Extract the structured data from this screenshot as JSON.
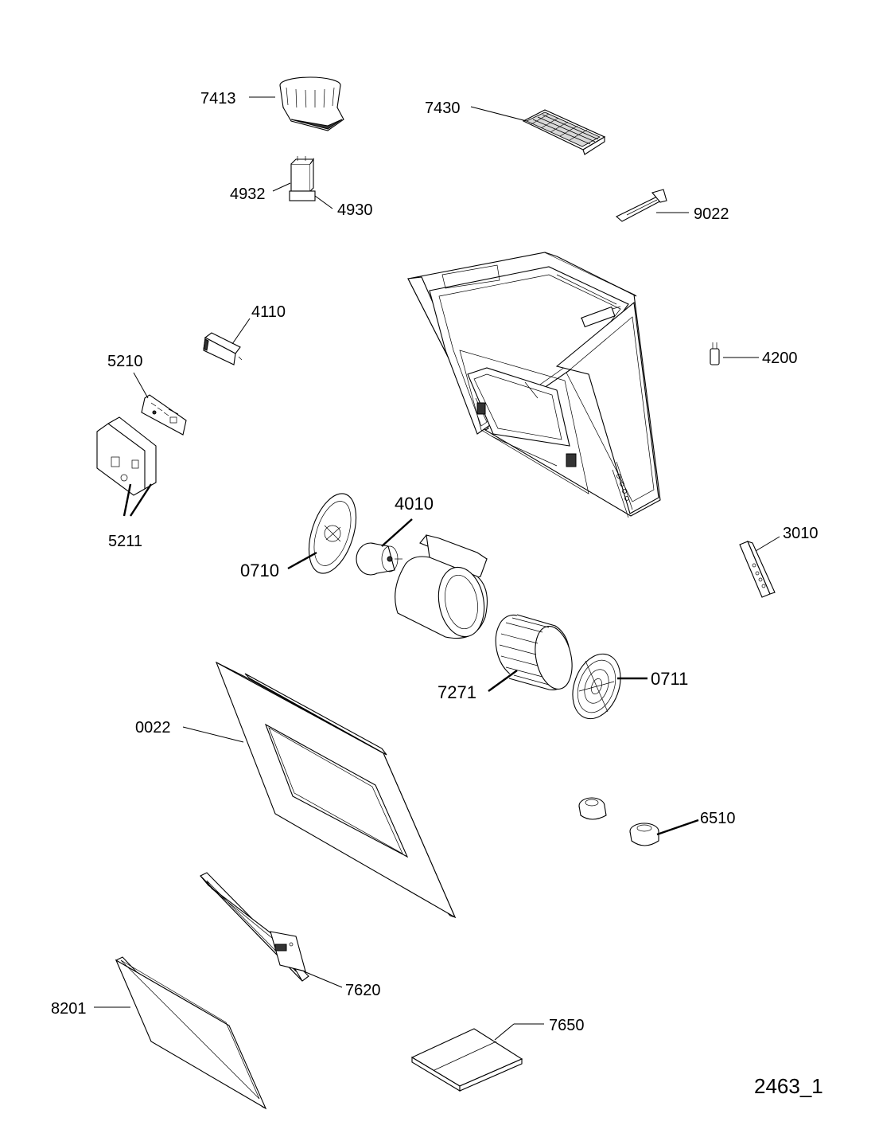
{
  "diagram_id": "2463_1",
  "parts": [
    {
      "id": "p7413",
      "label": "7413"
    },
    {
      "id": "p7430",
      "label": "7430"
    },
    {
      "id": "p4932",
      "label": "4932"
    },
    {
      "id": "p4930",
      "label": "4930"
    },
    {
      "id": "p9022",
      "label": "9022"
    },
    {
      "id": "p4110",
      "label": "4110"
    },
    {
      "id": "p4200",
      "label": "4200"
    },
    {
      "id": "p5210",
      "label": "5210"
    },
    {
      "id": "p5211",
      "label": "5211"
    },
    {
      "id": "p4010",
      "label": "4010"
    },
    {
      "id": "p0710",
      "label": "0710"
    },
    {
      "id": "p3010",
      "label": "3010"
    },
    {
      "id": "p0711",
      "label": "0711"
    },
    {
      "id": "p7271",
      "label": "7271"
    },
    {
      "id": "p0022",
      "label": "0022"
    },
    {
      "id": "p6510",
      "label": "6510"
    },
    {
      "id": "p7620",
      "label": "7620"
    },
    {
      "id": "p8201",
      "label": "8201"
    },
    {
      "id": "p7650",
      "label": "7650"
    }
  ]
}
